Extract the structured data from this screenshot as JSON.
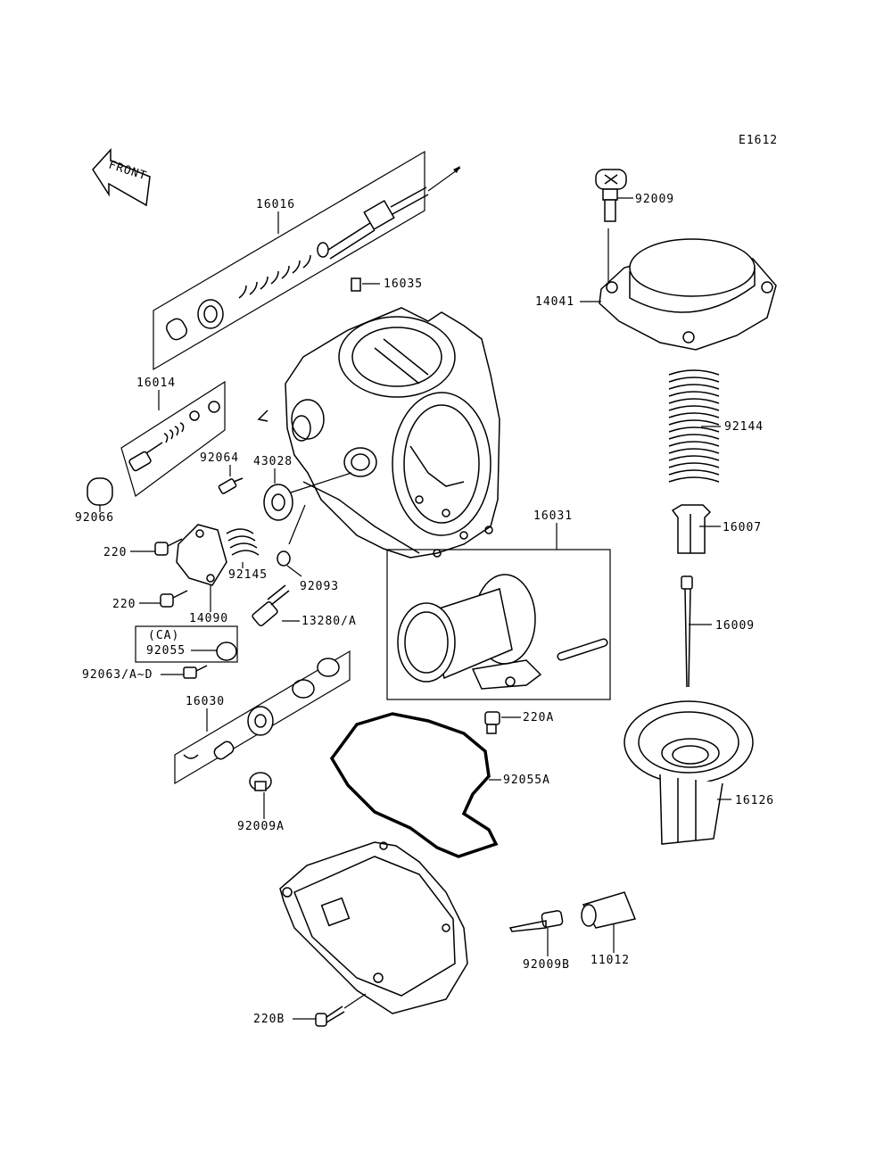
{
  "diagram_code": "E1612",
  "front_arrow_label": "FRONT",
  "labels": {
    "p16016": "16016",
    "p16035": "16035",
    "p16014": "16014",
    "p92066": "92066",
    "p92064": "92064",
    "p43028": "43028",
    "p220_upper": "220",
    "p220_lower": "220",
    "p92145": "92145",
    "p92093": "92093",
    "p14090": "14090",
    "p13280": "13280/A",
    "pCA": "(CA)",
    "p92055": "92055",
    "p92063": "92063/A~D",
    "p16030": "16030",
    "p92009A": "92009A",
    "p92055A": "92055A",
    "p220A": "220A",
    "p16031": "16031",
    "p92009": "92009",
    "p14041": "14041",
    "p92144": "92144",
    "p16007": "16007",
    "p16009": "16009",
    "p16126": "16126",
    "p92009B": "92009B",
    "p11012": "11012",
    "p220B": "220B"
  }
}
